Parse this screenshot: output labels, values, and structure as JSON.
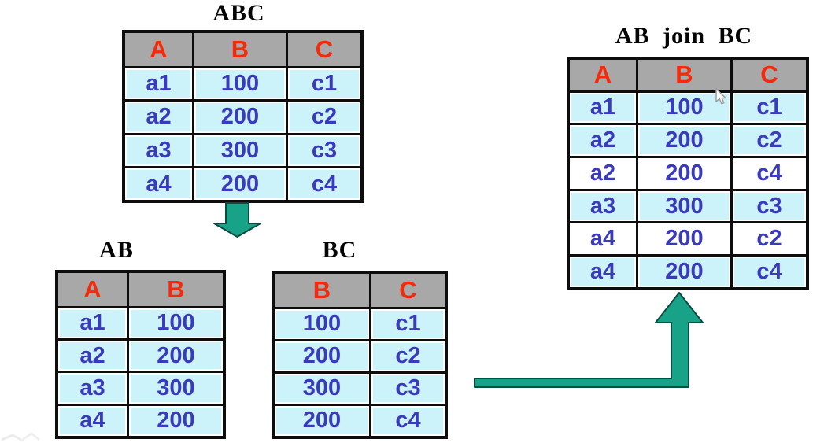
{
  "slide": {
    "kind": "relational-decomposition-join-diagram"
  },
  "colors": {
    "page_bg": "#ffffff",
    "header_bg": "#a8a8a8",
    "header_text": "#f32b0c",
    "cell_bg": "#cdf3fa",
    "spurious_cell_bg": "#ffffff",
    "cell_text": "#3a3abc",
    "border": "#0d0d0d",
    "arrow_fill": "#18a287",
    "arrow_outline": "#0b4a3e",
    "title_color": "#050505"
  },
  "tables": {
    "abc": {
      "title": "ABC",
      "headers": [
        "A",
        "B",
        "C"
      ],
      "rows": [
        [
          "a1",
          "100",
          "c1"
        ],
        [
          "a2",
          "200",
          "c2"
        ],
        [
          "a3",
          "300",
          "c3"
        ],
        [
          "a4",
          "200",
          "c4"
        ]
      ],
      "spurious_row_indices": []
    },
    "ab": {
      "title": "AB",
      "headers": [
        "A",
        "B"
      ],
      "rows": [
        [
          "a1",
          "100"
        ],
        [
          "a2",
          "200"
        ],
        [
          "a3",
          "300"
        ],
        [
          "a4",
          "200"
        ]
      ],
      "spurious_row_indices": []
    },
    "bc": {
      "title": "BC",
      "headers": [
        "B",
        "C"
      ],
      "rows": [
        [
          "100",
          "c1"
        ],
        [
          "200",
          "c2"
        ],
        [
          "300",
          "c3"
        ],
        [
          "200",
          "c4"
        ]
      ],
      "spurious_row_indices": []
    },
    "join": {
      "title": "AB join BC",
      "headers": [
        "A",
        "B",
        "C"
      ],
      "rows": [
        [
          "a1",
          "100",
          "c1"
        ],
        [
          "a2",
          "200",
          "c2"
        ],
        [
          "a2",
          "200",
          "c4"
        ],
        [
          "a3",
          "300",
          "c3"
        ],
        [
          "a4",
          "200",
          "c2"
        ],
        [
          "a4",
          "200",
          "c4"
        ]
      ],
      "spurious_row_indices": [
        2,
        4
      ]
    }
  },
  "icons": {
    "decompose_arrow": "down-block-arrow",
    "join_arrow": "l-shaped-up-block-arrow",
    "cursor": "mouse-pointer"
  }
}
